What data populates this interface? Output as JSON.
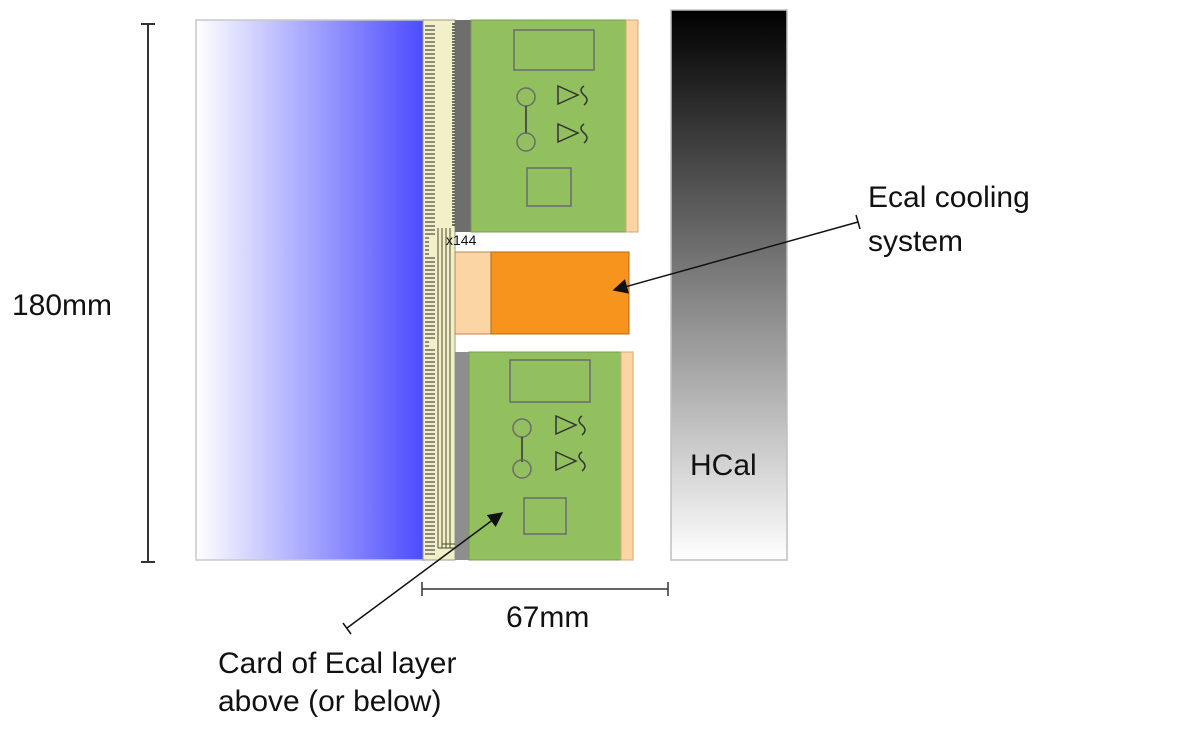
{
  "labels": {
    "height_dimension": "180mm",
    "width_dimension": "67mm",
    "multiplicity": "x144",
    "hcal": "HCal",
    "cooling_line1": "Ecal cooling",
    "cooling_line2": "system",
    "card_line1": "Card of Ecal layer",
    "card_line2": "above (or below)"
  },
  "colors": {
    "absorber_gradient_start": "#ffffff",
    "absorber_gradient_end": "#4b4bff",
    "connector_strip": "#f2f0c8",
    "pcb_green": "#92c05e",
    "pcb_outline": "#7a9c50",
    "cooling_orange": "#f7941d",
    "cooling_peach": "#fcd5a4",
    "hcal_gradient_top": "#000000",
    "hcal_gradient_bottom": "#ffffff",
    "ink": "#222222"
  },
  "icons": {
    "card_components": [
      "rectangle-chip-icon",
      "circle-node-icon",
      "amplifier-triangle-icon",
      "square-chip-icon"
    ]
  }
}
